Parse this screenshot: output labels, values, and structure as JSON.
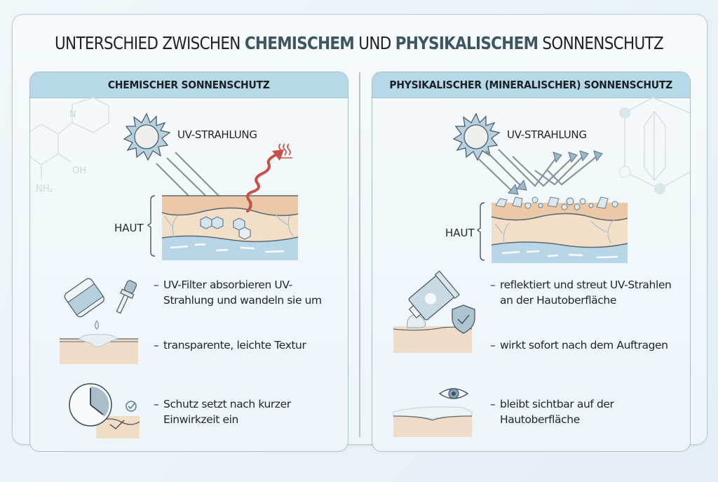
{
  "title": {
    "part1": "UNTERSCHIED ZWISCHEN ",
    "highlight1": "CHEMISCHEM",
    "part2": " UND ",
    "highlight2": "PHYSIKALISCHEM",
    "part3": " SONNENSCHUTZ"
  },
  "colors": {
    "header_bar": "#b7d8e8",
    "highlight_text": "#3d5660",
    "skin": "#f1dcc4",
    "skin_top": "#e9c9a8",
    "dermis_blue": "#bfd9e8",
    "sun_rays": "#b6d2e2",
    "heat_arrow": "#c9504a"
  },
  "left_panel": {
    "heading": "CHEMISCHER SONNENSCHUTZ",
    "uv_label": "UV-STRAHLUNG",
    "skin_label": "HAUT",
    "background_molecule_labels": [
      "N",
      "OH",
      "NH₂"
    ],
    "icons": [
      "sun-icon",
      "heat-icon",
      "dropper-bottle-icon",
      "clock-icon",
      "check-circle-icon"
    ],
    "bullets": [
      {
        "line1": "UV-Filter absorbieren UV-",
        "line2": "Strahlung und wandeln sie um"
      },
      {
        "line1": "transparente, leichte Textur",
        "line2": ""
      },
      {
        "line1": "Schutz setzt nach kurzer",
        "line2": "Einwirkzeit ein"
      }
    ],
    "bullet_dash": "–"
  },
  "right_panel": {
    "heading": "PHYSIKALISCHER (MINERALISCHER) SONNENSCHUTZ",
    "uv_label": "UV-STRAHLUNG",
    "skin_label": "HAUT",
    "icons": [
      "sun-icon",
      "crystal-icon",
      "cream-tube-icon",
      "shield-check-icon",
      "eye-icon"
    ],
    "bullets": [
      {
        "line1": "reflektiert und streut UV-Strahlen",
        "line2": "an der Hautoberfläche"
      },
      {
        "line1": "wirkt sofort nach dem Auftragen",
        "line2": ""
      },
      {
        "line1": "bleibt sichtbar auf der",
        "line2": "Hautoberfläche"
      }
    ],
    "bullet_dash": "–"
  }
}
